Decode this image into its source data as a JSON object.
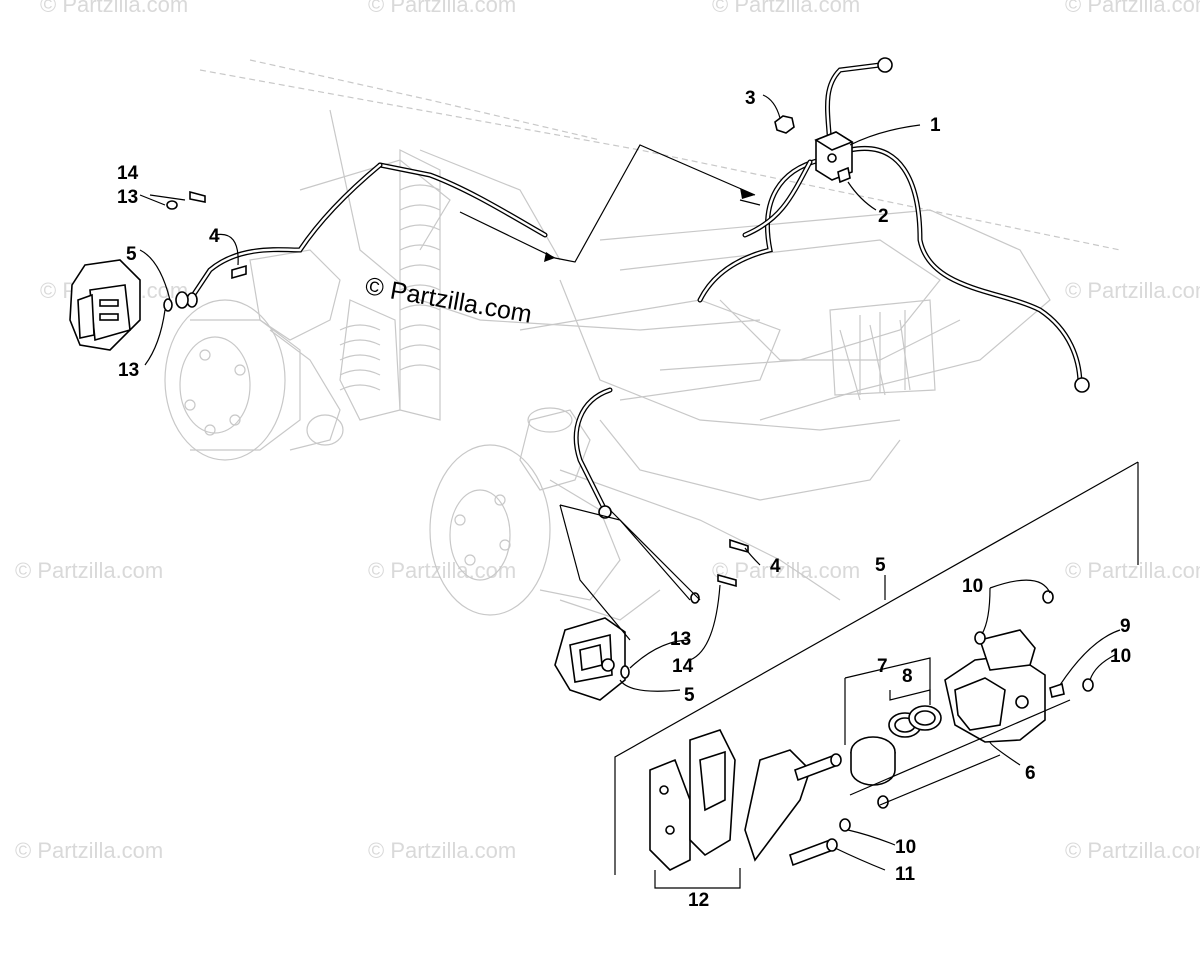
{
  "watermark": "© Partzilla.com",
  "callouts": {
    "c1": "1",
    "c2": "2",
    "c3": "3",
    "c4a": "4",
    "c4b": "4",
    "c5a": "5",
    "c5b": "5",
    "c5c": "5",
    "c6": "6",
    "c7": "7",
    "c8": "8",
    "c9": "9",
    "c10a": "10",
    "c10b": "10",
    "c10c": "10",
    "c11": "11",
    "c12": "12",
    "c13a": "13",
    "c13b": "13",
    "c13c": "13",
    "c14a": "14",
    "c14b": "14"
  }
}
